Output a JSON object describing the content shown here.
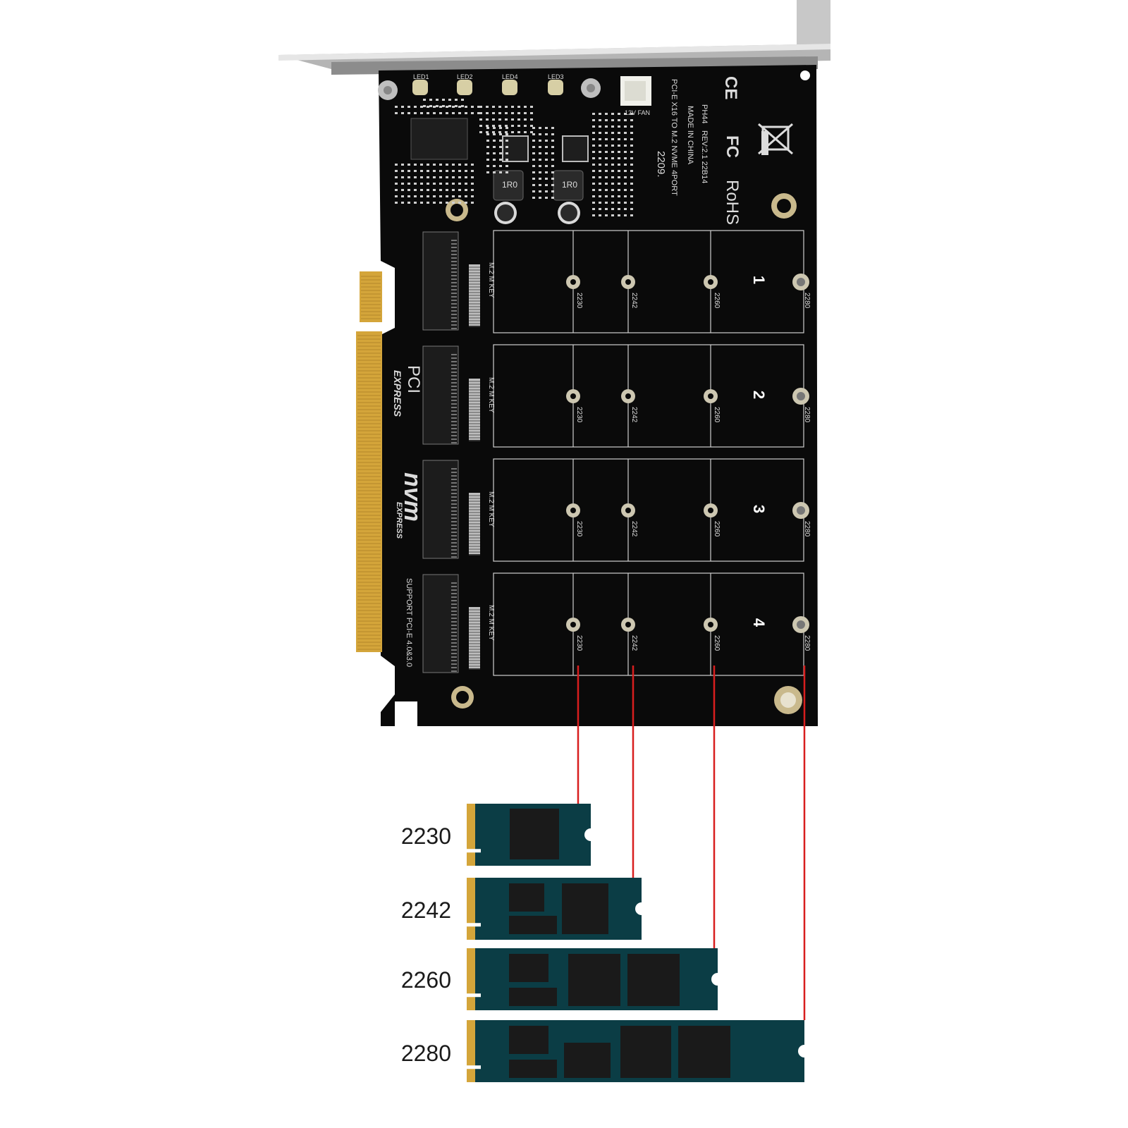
{
  "board": {
    "model": "PH44",
    "revision": "REV:2.1  22B14",
    "origin": "MADE IN CHINA",
    "description": "PCI-E X16 TO M.2 NVME 4PORT",
    "date_code": "2209.",
    "fan_label": "12V FAN",
    "support_text": "SUPPORT PCI-E 4.0&3.0",
    "key_label": "M.2 M KEY",
    "pci_logo_top": "PCI",
    "pci_logo_bottom": "EXPRESS",
    "nvme_logo": "nvm",
    "nvme_logo_sub": "EXPRESS",
    "cert_ce": "CE",
    "cert_fc": "FC",
    "cert_rohs": "RoHS",
    "inductor_marking": "1R0",
    "led_labels": [
      "LED1",
      "LED2",
      "LED4",
      "LED3"
    ]
  },
  "slots": [
    {
      "number": "1",
      "positions": [
        "2230",
        "2242",
        "2260",
        "2280"
      ]
    },
    {
      "number": "2",
      "positions": [
        "2230",
        "2242",
        "2260",
        "2280"
      ]
    },
    {
      "number": "3",
      "positions": [
        "2230",
        "2242",
        "2260",
        "2280"
      ]
    },
    {
      "number": "4",
      "positions": [
        "2230",
        "2242",
        "2260",
        "2280"
      ]
    }
  ],
  "ssds": [
    {
      "label": "2230",
      "length_mm": 30
    },
    {
      "label": "2242",
      "length_mm": 42
    },
    {
      "label": "2260",
      "length_mm": 60
    },
    {
      "label": "2280",
      "length_mm": 80
    }
  ],
  "colors": {
    "pcb": "#0a0a0a",
    "bracket": "#b8b8b8",
    "gold_contacts": "#d4a53a",
    "ssd_pcb": "#0b3d45",
    "ssd_chip": "#1a1a1a",
    "connector_line": "#d81e1e",
    "silkscreen": "#dcdcdc"
  }
}
